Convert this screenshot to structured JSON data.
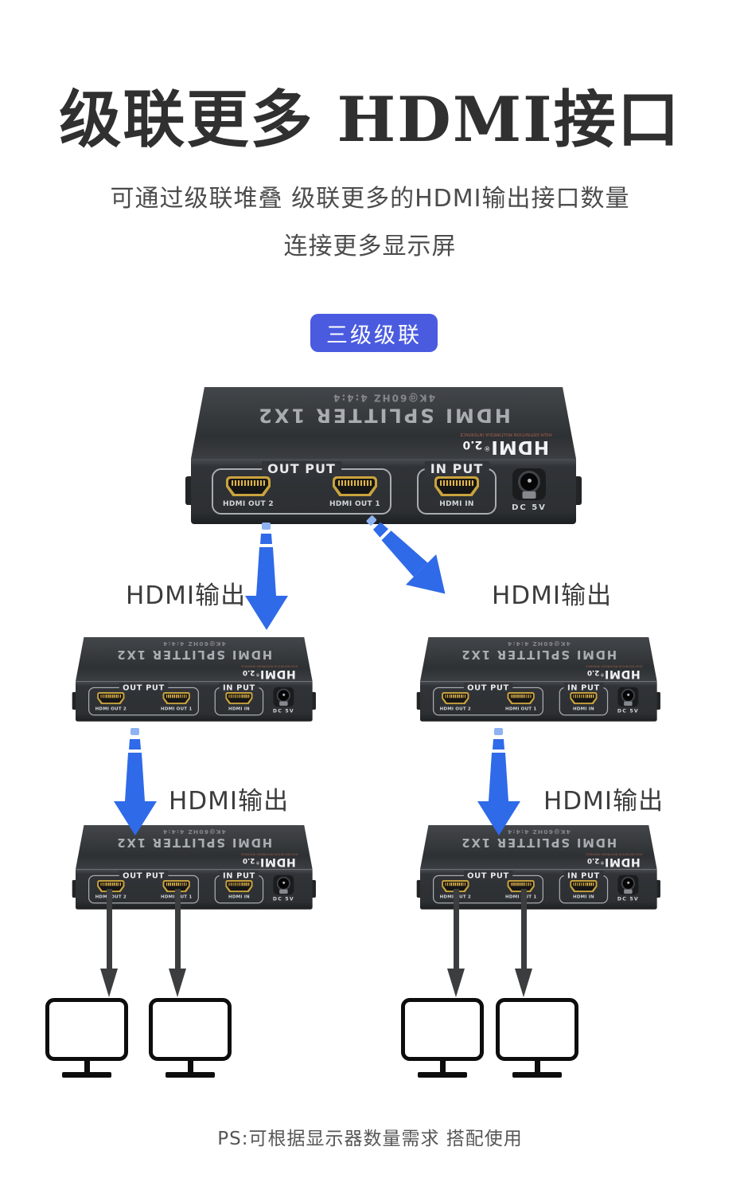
{
  "header": {
    "title": "级联更多 HDMI接口",
    "subtitle_line1": "可通过级联堆叠 级联更多的HDMI输出接口数量",
    "subtitle_line2": "连接更多显示屏",
    "badge": "三级级联"
  },
  "device": {
    "top_title": "HDMI SPLITTER 1X2",
    "top_subtitle": "4K@60HZ 4:4:4",
    "logo_text": "HDMI",
    "logo_reg": "®",
    "logo_version": "2.0",
    "logo_small": "HIGH-DEFINITION MULTIMEDIA INTERFACE",
    "out_group_label": "OUT PUT",
    "in_group_label": "IN PUT",
    "ports": {
      "out2": "HDMI OUT 2",
      "out1": "HDMI OUT 1",
      "in": "HDMI IN"
    },
    "dc_label": "DC 5V"
  },
  "labels": {
    "hdmi_output": "HDMI输出"
  },
  "footer": {
    "note": "PS:可根据显示器数量需求 搭配使用"
  },
  "colors": {
    "badge_bg": "#4a5be0",
    "arrow_blue": "#2f6ae8",
    "arrow_blue_light": "#8fb3f2",
    "black_arrow": "#3b3d3f",
    "port_gold": "#caa33e",
    "title_color": "#303030",
    "text_gray": "#4c4c4c"
  }
}
